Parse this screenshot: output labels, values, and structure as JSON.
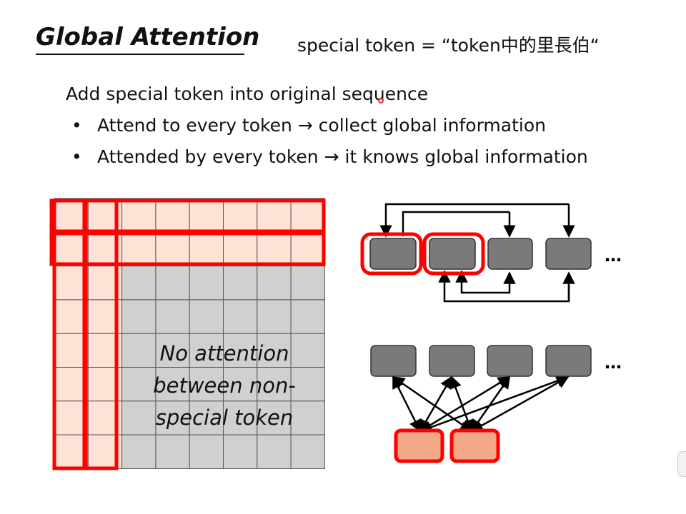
{
  "slide": {
    "title": "Global Attention",
    "special_token_note": "special token = “token中的里長伯“",
    "intro": "Add special token into original sequence",
    "bullets": [
      {
        "symbol": "•",
        "text": "Attend to every token → collect global information"
      },
      {
        "symbol": "•",
        "text": "Attended by every token → it knows global information"
      }
    ]
  },
  "matrix": {
    "size": 8,
    "special_count": 2,
    "caption": "No attention between non-special token",
    "colors": {
      "attended": "#fde2d6",
      "none": "#d0d0d0",
      "highlight": "#ff0000"
    }
  },
  "sequence_diagrams": {
    "ellipsis": "…",
    "token_color": "#7a7a7a",
    "special_token_color": "#f3a888"
  }
}
